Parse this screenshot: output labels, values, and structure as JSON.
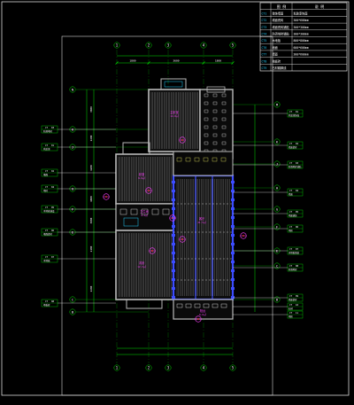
{
  "colors": {
    "background": "#000000",
    "frame": "#d8d8d8",
    "grid": "#00e000",
    "wall": "#b8b8b8",
    "hatch": "#8c8c8c",
    "blue_wall": "#3c4cff",
    "cyan": "#20d0ff",
    "magenta": "#ff40ff",
    "red": "#ff3030",
    "white": "#ffffff",
    "yellow": "#e8e860"
  },
  "legend": {
    "header": [
      "",
      "图 例",
      "说 明"
    ],
    "rows": [
      {
        "sym": "CT1",
        "name": "装饰墙面",
        "note": "乳胶漆饰面"
      },
      {
        "sym": "CT2",
        "name": "墙面瓷砖",
        "note": "300*600mm"
      },
      {
        "sym": "CT3",
        "name": "墙面瓷砖铺贴",
        "note": "300*300mm"
      },
      {
        "sym": "CT4",
        "name": "防滑地砖铺贴",
        "note": "300*300mm"
      },
      {
        "sym": "CT5",
        "name": "木地板",
        "note": "800*800mm"
      },
      {
        "sym": "CT6",
        "name": "地面",
        "note": "600*600mm"
      },
      {
        "sym": "CT7",
        "name": "墙面",
        "note": "300*600mm"
      },
      {
        "sym": "CT8",
        "name": "地板砖",
        "note": ""
      },
      {
        "sym": "CT9",
        "name": "石材踢脚线",
        "note": ""
      }
    ]
  },
  "axes": {
    "top": [
      "1",
      "2",
      "3",
      "4",
      "5"
    ],
    "bottom": [
      "1",
      "2",
      "3",
      "4",
      "5"
    ],
    "left": [
      "N",
      "K",
      "J",
      "G",
      "F",
      "E",
      "C",
      "B"
    ],
    "right": [
      "M",
      "K",
      "J",
      "H",
      "G",
      "F",
      "E",
      "C",
      "B"
    ]
  },
  "dims": {
    "top": [
      "1800",
      "3600",
      "1800"
    ],
    "left": [
      "3000",
      "2400",
      "1200",
      "1800",
      "3000",
      "2100",
      "2400"
    ]
  },
  "tags": {
    "left": [
      {
        "code": "CT",
        "ref": "03",
        "text": "防滑地砖"
      },
      {
        "code": "CT",
        "ref": "01",
        "text": "乳胶漆"
      },
      {
        "code": "CT",
        "ref": "02",
        "text": "墙面"
      },
      {
        "code": "CT",
        "ref": "04",
        "text": "地砖"
      },
      {
        "code": "CT",
        "ref": "05",
        "text": "木地板铺设"
      },
      {
        "code": "CT",
        "ref": "06",
        "text": "墙面瓷砖"
      },
      {
        "code": "CT",
        "ref": "07",
        "text": "木地板"
      },
      {
        "code": "CT",
        "ref": "08",
        "text": "地板砖"
      }
    ],
    "right": [
      {
        "code": "CT",
        "ref": "01",
        "text": "乳胶漆饰面"
      },
      {
        "code": "CT",
        "ref": "02",
        "text": "墙面瓷砖"
      },
      {
        "code": "CT",
        "ref": "03",
        "text": "防滑地砖铺贴"
      },
      {
        "code": "CT",
        "ref": "04",
        "text": "墙面"
      },
      {
        "code": "CT",
        "ref": "05",
        "text": "地面铺装"
      },
      {
        "code": "CT",
        "ref": "06",
        "text": "地砖"
      },
      {
        "code": "CT",
        "ref": "07",
        "text": "木地板铺装"
      },
      {
        "code": "CT",
        "ref": "08",
        "text": "防滑地砖"
      },
      {
        "code": "CT",
        "ref": "09",
        "text": "墙面瓷砖"
      },
      {
        "code": "CT",
        "ref": "10",
        "text": "石材"
      },
      {
        "code": "CT",
        "ref": "11",
        "text": "地砖"
      }
    ]
  },
  "rooms": [
    {
      "name": "主卧室",
      "area": "14.8㎡"
    },
    {
      "name": "卧室",
      "area": "9.6㎡"
    },
    {
      "name": "客厅",
      "area": "21.5㎡"
    },
    {
      "name": "次卧",
      "area": "12.3㎡"
    },
    {
      "name": "卫生间",
      "area": "4.2㎡"
    },
    {
      "name": "阳台",
      "area": "6.0㎡"
    }
  ]
}
